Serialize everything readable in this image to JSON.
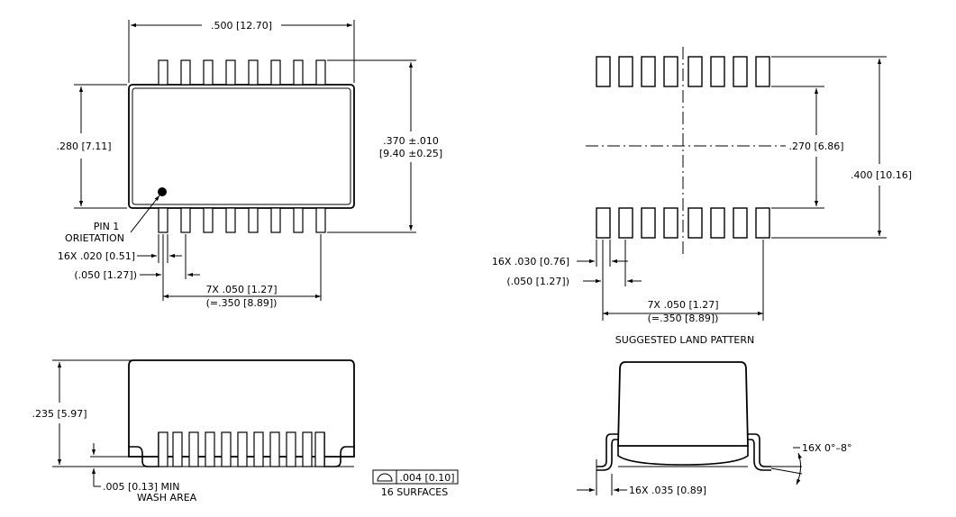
{
  "top_view": {
    "width_dim": ".500 [12.70]",
    "height_dim": ".280 [7.11]",
    "span_dim_line1": ".370 ±.010",
    "span_dim_line2": "[9.40 ±0.25]",
    "pin1_line1": "PIN 1",
    "pin1_line2": "ORIETATION",
    "lead_width_dim": "16X .020 [0.51]",
    "lead_pitch_dim": "(.050 [1.27])",
    "total_pitch_line1": "7X .050 [1.27]",
    "total_pitch_line2": "(=.350 [8.89])"
  },
  "land_pattern": {
    "title": "SUGGESTED LAND PATTERN",
    "inner_dim": ".270 [6.86]",
    "outer_dim": ".400 [10.16]",
    "pad_width_dim": "16X .030 [0.76]",
    "pad_pitch_dim": "(.050 [1.27])",
    "total_pitch_line1": "7X .050 [1.27]",
    "total_pitch_line2": "(=.350 [8.89])"
  },
  "side_view": {
    "height_dim": ".235 [5.97]",
    "standoff_line1": ".005 [0.13] MIN",
    "standoff_line2": "WASH AREA",
    "coplanarity_value": ".004 [0.10]",
    "coplanarity_note": "16 SURFACES",
    "coplanarity_symbol": "profile-of-surface-icon"
  },
  "end_view": {
    "angle_dim": "16X 0°–8°",
    "foot_dim": "16X .035 [0.89]"
  }
}
